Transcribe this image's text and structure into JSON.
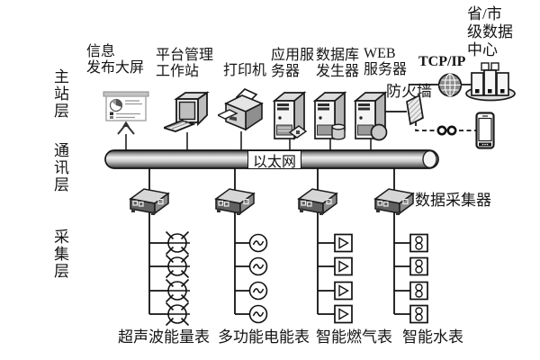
{
  "layers": {
    "main": "主站层",
    "comm": "通讯层",
    "collect": "采集层"
  },
  "main_station": {
    "info_screen": "信息\n发布大屏",
    "workstation": "平台管理\n工作站",
    "printer": "打印机",
    "app_server": "应用服\n务器",
    "db_server": "数据库\n发生器",
    "web_server": "WEB\n服务器",
    "firewall": "防火墙",
    "tcpip": "TCP/IP",
    "datacenter": "省/市\n级数据\n中心"
  },
  "comm_layer": {
    "ethernet": "以太网",
    "collector": "数据采集器"
  },
  "collect_layer": {
    "ultrasonic": "超声波能量表",
    "electric": "多功能电能表",
    "gas": "智能燃气表",
    "water": "智能水表"
  },
  "icons": {
    "info_screen": "presentation-board",
    "workstation": "desktop-computer",
    "printer": "printer",
    "app_server": "server-tower-with-card",
    "db_server": "server-tower-with-database",
    "web_server": "server-tower-with-globe",
    "firewall": "hatched-panel",
    "tcpip": "globe",
    "datacenter": "server-cluster-on-platform",
    "remote_link": "coupler-rings",
    "mobile": "smartphone",
    "collector": "network-switch",
    "ultrasonic_meter": "circle-crossed",
    "electric_meter": "circle-sine",
    "gas_meter": "square-triangle",
    "water_meter": "square-figure8"
  },
  "colors": {
    "line": "#111111",
    "pipe_dark": "#3a3a3a",
    "pipe_light": "#f0f0f0",
    "collector_face": "#606060"
  }
}
